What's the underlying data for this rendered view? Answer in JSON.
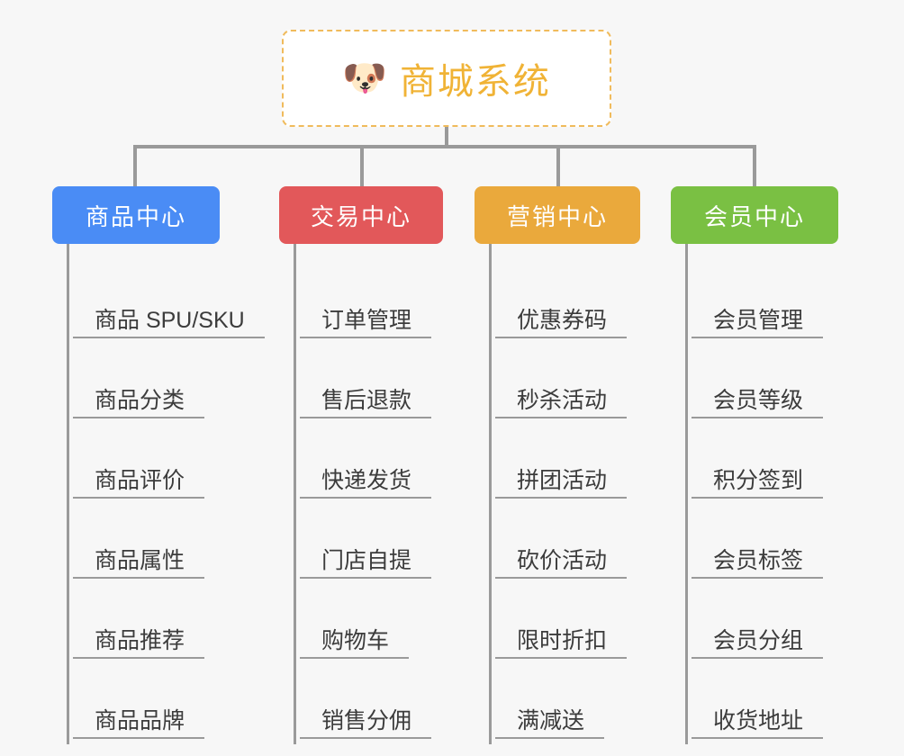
{
  "page": {
    "background_color": "#f7f7f7",
    "line_color": "#9a9a9a"
  },
  "root": {
    "icon": "shiba-dog-face-emoji",
    "icon_glyph": "🐶",
    "title": "商城系统",
    "text_color": "#f0b336",
    "border_color": "#f0bb5c"
  },
  "branches": [
    {
      "id": "product-center",
      "label": "商品中心",
      "color": "#4a8cf5",
      "items": [
        {
          "label": "商品 SPU/SKU"
        },
        {
          "label": "商品分类"
        },
        {
          "label": "商品评价"
        },
        {
          "label": "商品属性"
        },
        {
          "label": "商品推荐"
        },
        {
          "label": "商品品牌"
        }
      ]
    },
    {
      "id": "trade-center",
      "label": "交易中心",
      "color": "#e2585a",
      "items": [
        {
          "label": "订单管理"
        },
        {
          "label": "售后退款"
        },
        {
          "label": "快递发货"
        },
        {
          "label": "门店自提"
        },
        {
          "label": "购物车"
        },
        {
          "label": "销售分佣"
        }
      ]
    },
    {
      "id": "marketing-center",
      "label": "营销中心",
      "color": "#eaa93c",
      "items": [
        {
          "label": "优惠券码"
        },
        {
          "label": "秒杀活动"
        },
        {
          "label": "拼团活动"
        },
        {
          "label": "砍价活动"
        },
        {
          "label": "限时折扣"
        },
        {
          "label": "满减送"
        }
      ]
    },
    {
      "id": "member-center",
      "label": "会员中心",
      "color": "#7ac043",
      "items": [
        {
          "label": "会员管理"
        },
        {
          "label": "会员等级"
        },
        {
          "label": "积分签到"
        },
        {
          "label": "会员标签"
        },
        {
          "label": "会员分组"
        },
        {
          "label": "收货地址"
        }
      ]
    }
  ]
}
